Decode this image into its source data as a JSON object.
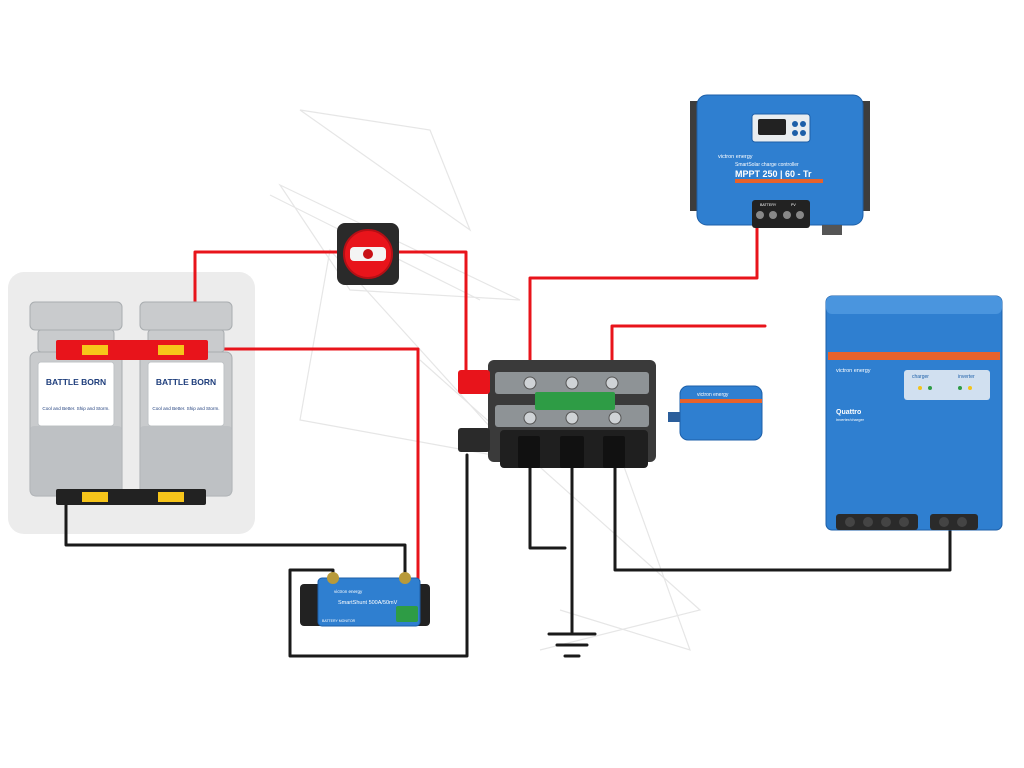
{
  "colors": {
    "positive_wire": "#e8141b",
    "negative_wire": "#1a1a1a",
    "victron_blue": "#2f7fd0",
    "victron_blue_dark": "#1d5fa8",
    "victron_orange": "#e8622a",
    "battery_gray": "#c9cbcd",
    "busbar_black": "#222222",
    "backdrop_gray": "#ececec"
  },
  "batteries": {
    "brand": "BATTLE BORN",
    "slogan": "Cool and Better. Ship and Storm."
  },
  "charge_controller": {
    "brand": "victron energy",
    "model_line": "SmartSolar charge controller",
    "model": "MPPT 250 | 60 - Tr",
    "terminal_battery": "BATTERY",
    "terminal_pv": "PV"
  },
  "inverter": {
    "brand": "victron energy",
    "model": "Quattro",
    "sub": "inverter/charger",
    "panel_left": "charger",
    "panel_right": "inverter"
  },
  "battery_monitor": {
    "brand": "victron energy",
    "model": "SmartShunt 500A/50mV",
    "foot": "BATTERY MONITOR"
  },
  "dcdc": {
    "brand": "victron energy"
  },
  "icons": {
    "disconnect": "battery-disconnect-switch-icon",
    "ground": "ground-symbol-icon"
  }
}
